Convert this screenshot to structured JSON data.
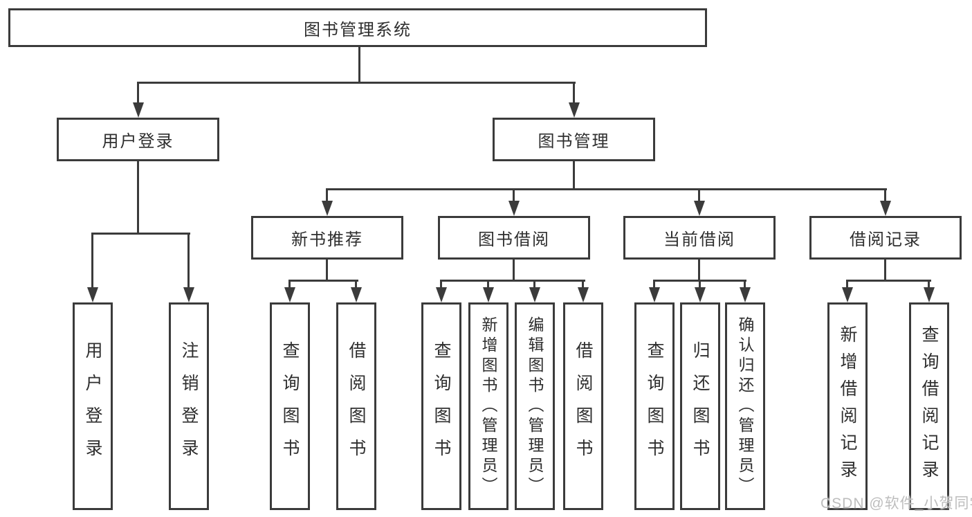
{
  "diagram": {
    "type": "tree",
    "nodes": {
      "root": "图书管理系统",
      "l2": [
        "用户登录",
        "图书管理"
      ],
      "l3": [
        "新书推荐",
        "图书借阅",
        "当前借阅",
        "借阅记录"
      ],
      "l4_login": [
        "用户登录",
        "注销登录"
      ],
      "l4_newbook": [
        "查询图书",
        "借阅图书"
      ],
      "l4_borrow": [
        "查询图书",
        "新增图书（管理员）",
        "编辑图书（管理员）",
        "借阅图书"
      ],
      "l4_current": [
        "查询图书",
        "归还图书",
        "确认归还（管理员）"
      ],
      "l4_records": [
        "新增借阅记录",
        "查询借阅记录"
      ]
    },
    "edges": [
      [
        "图书管理系统",
        "用户登录"
      ],
      [
        "图书管理系统",
        "图书管理"
      ],
      [
        "用户登录",
        "用户登录"
      ],
      [
        "用户登录",
        "注销登录"
      ],
      [
        "图书管理",
        "新书推荐"
      ],
      [
        "图书管理",
        "图书借阅"
      ],
      [
        "图书管理",
        "当前借阅"
      ],
      [
        "图书管理",
        "借阅记录"
      ],
      [
        "新书推荐",
        "查询图书"
      ],
      [
        "新书推荐",
        "借阅图书"
      ],
      [
        "图书借阅",
        "查询图书"
      ],
      [
        "图书借阅",
        "新增图书（管理员）"
      ],
      [
        "图书借阅",
        "编辑图书（管理员）"
      ],
      [
        "图书借阅",
        "借阅图书"
      ],
      [
        "当前借阅",
        "查询图书"
      ],
      [
        "当前借阅",
        "归还图书"
      ],
      [
        "当前借阅",
        "确认归还（管理员）"
      ],
      [
        "借阅记录",
        "新增借阅记录"
      ],
      [
        "借阅记录",
        "查询借阅记录"
      ]
    ],
    "colors": {
      "line": "#3b3b3b",
      "box_border": "#3b3b3b",
      "box_fill": "#ffffff",
      "text": "#2e2e2e",
      "background": "#ffffff",
      "watermark": "#bdbdbd"
    }
  },
  "watermark": "CSDN @软件_小贺同学"
}
